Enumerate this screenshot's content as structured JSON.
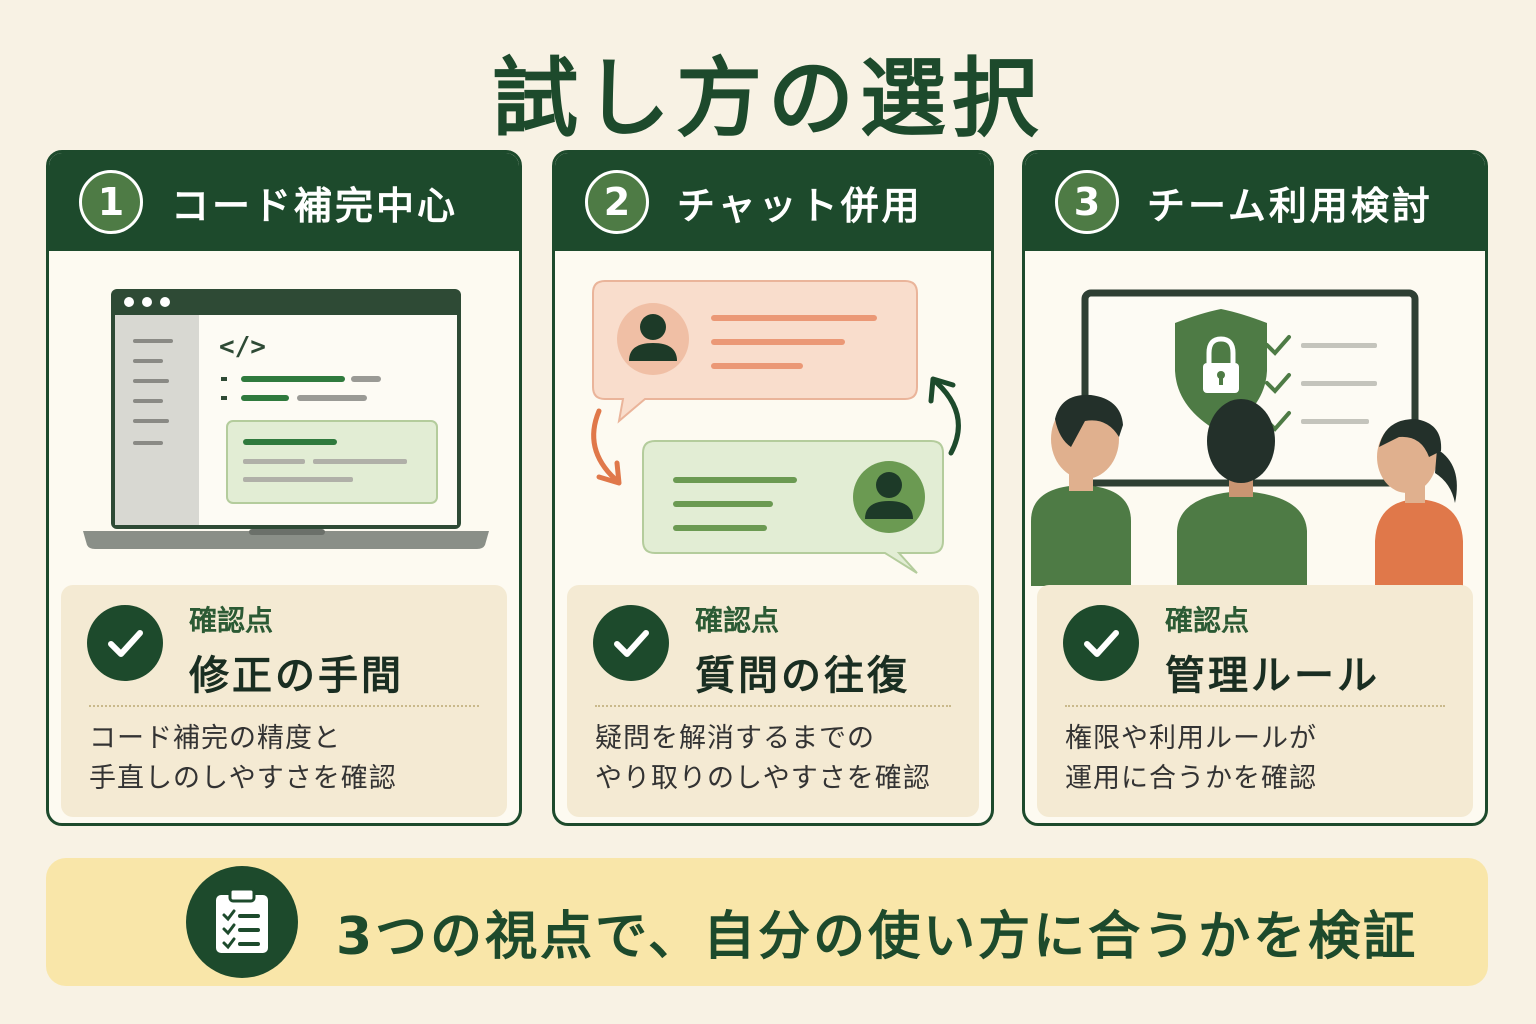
{
  "title": "試し方の選択",
  "cards": [
    {
      "number": "1",
      "title": "コード補完中心",
      "illustration_icon": "laptop-code-editor-icon",
      "code_tag": "</>",
      "check_label": "確認点",
      "check_main": "修正の手間",
      "desc_lines": [
        "コード補完の精度と",
        "手直しのしやすさを確認"
      ]
    },
    {
      "number": "2",
      "title": "チャット併用",
      "illustration_icon": "chat-bubbles-icon",
      "check_label": "確認点",
      "check_main": "質問の往復",
      "desc_lines": [
        "疑問を解消するまでの",
        "やり取りのしやすさを確認"
      ]
    },
    {
      "number": "3",
      "title": "チーム利用検討",
      "illustration_icon": "team-security-board-icon",
      "check_label": "確認点",
      "check_main": "管理ルール",
      "desc_lines": [
        "権限や利用ルールが",
        "運用に合うかを確認"
      ]
    }
  ],
  "banner": {
    "icon": "clipboard-checklist-icon",
    "text": "3つの視点で、自分の使い方に合うかを検証"
  },
  "colors": {
    "dark_green": "#1d4a2c",
    "mid_green": "#4e7b45",
    "light_green": "#e2edd4",
    "salmon": "#f9ddcc",
    "orange": "#e0784a",
    "background": "#f8f2e4",
    "banner": "#f9e6a9"
  }
}
